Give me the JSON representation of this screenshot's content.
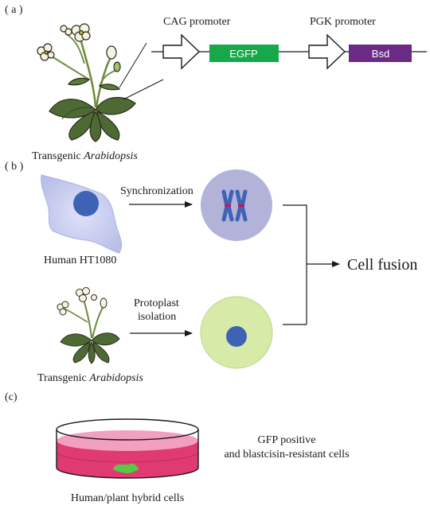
{
  "panels": {
    "a": "( a )",
    "b": "( b )",
    "c": "(c)"
  },
  "construct": {
    "promoter1": "CAG promoter",
    "gene1": "EGFP",
    "promoter2": "PGK promoter",
    "gene2": "Bsd",
    "gene1_color": "#17a84a",
    "gene2_color": "#6b2a86"
  },
  "labels": {
    "plant_a_prefix": "Transgenic ",
    "plant_a_italic": "Arabidopsis",
    "human_cell": "Human HT1080",
    "synchronization": "Synchronization",
    "protoplast_line1": "Protoplast",
    "protoplast_line2": "isolation",
    "plant_b_prefix": "Transgenic ",
    "plant_b_italic": "Arabidopsis",
    "cell_fusion": "Cell fusion",
    "gfp_line1": "GFP positive",
    "gfp_line2": "and blastcisin-resistant cells",
    "hybrid": "Human/plant hybrid cells"
  },
  "colors": {
    "human_cell_fill": "#c9cdf0",
    "nucleus": "#3f63b4",
    "synchronized_cell": "#b3b3da",
    "chromosome": "#3f63b4",
    "centromere": "#c2185b",
    "protoplast": "#d8eaa8",
    "dish_medium": "#e03a73",
    "colony": "#58c943",
    "leaf": "#4e6a34",
    "flower": "#f6f3e2"
  }
}
